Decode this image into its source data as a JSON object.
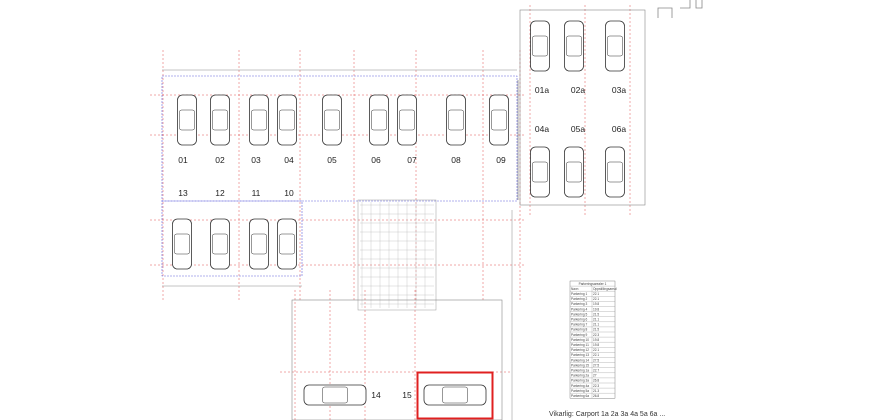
{
  "plan": {
    "spots_top": [
      "01",
      "02",
      "03",
      "04",
      "05",
      "06",
      "07",
      "08",
      "09"
    ],
    "spots_middle": [
      "13",
      "12",
      "11",
      "10"
    ],
    "spots_right_top": [
      "01a",
      "02a",
      "03a"
    ],
    "spots_right_bottom": [
      "04a",
      "05a",
      "06a"
    ],
    "spots_bottom": [
      "14",
      "15"
    ],
    "highlighted_spot": "15",
    "highlight_color": "#e02020",
    "gridline_color": "#e05050",
    "dimension_color": "#6666dd"
  },
  "area_table": {
    "title": "Parkeringsarealer 1",
    "headers": [
      "Navn",
      "Oppstillingsareal"
    ],
    "rows": [
      [
        "Parkering 1",
        "22.1"
      ],
      [
        "Parkering 2",
        "22.1"
      ],
      [
        "Parkering 3",
        "19.8"
      ],
      [
        "Parkering 4",
        "19.8"
      ],
      [
        "Parkering 5",
        "21.5"
      ],
      [
        "Parkering 6",
        "21.1"
      ],
      [
        "Parkering 7",
        "21.1"
      ],
      [
        "Parkering 8",
        "21.5"
      ],
      [
        "Parkering 9",
        "22.3"
      ],
      [
        "Parkering 10",
        "19.8"
      ],
      [
        "Parkering 11",
        "19.8"
      ],
      [
        "Parkering 12",
        "22.1"
      ],
      [
        "Parkering 13",
        "22.1"
      ],
      [
        "Parkering 14",
        "27.5"
      ],
      [
        "Parkering 15",
        "27.5"
      ],
      [
        "Parkering 1a",
        "22.7"
      ],
      [
        "Parkering 2a",
        "27"
      ],
      [
        "Parkering 3a",
        "26.8"
      ],
      [
        "Parkering 4a",
        "22.3"
      ],
      [
        "Parkering 5a",
        "21.3"
      ],
      [
        "Parkering 6a",
        "26.8"
      ]
    ]
  },
  "footnote": "Vikarlig: Carport 1a 2a 3a 4a 5a 6a ..."
}
